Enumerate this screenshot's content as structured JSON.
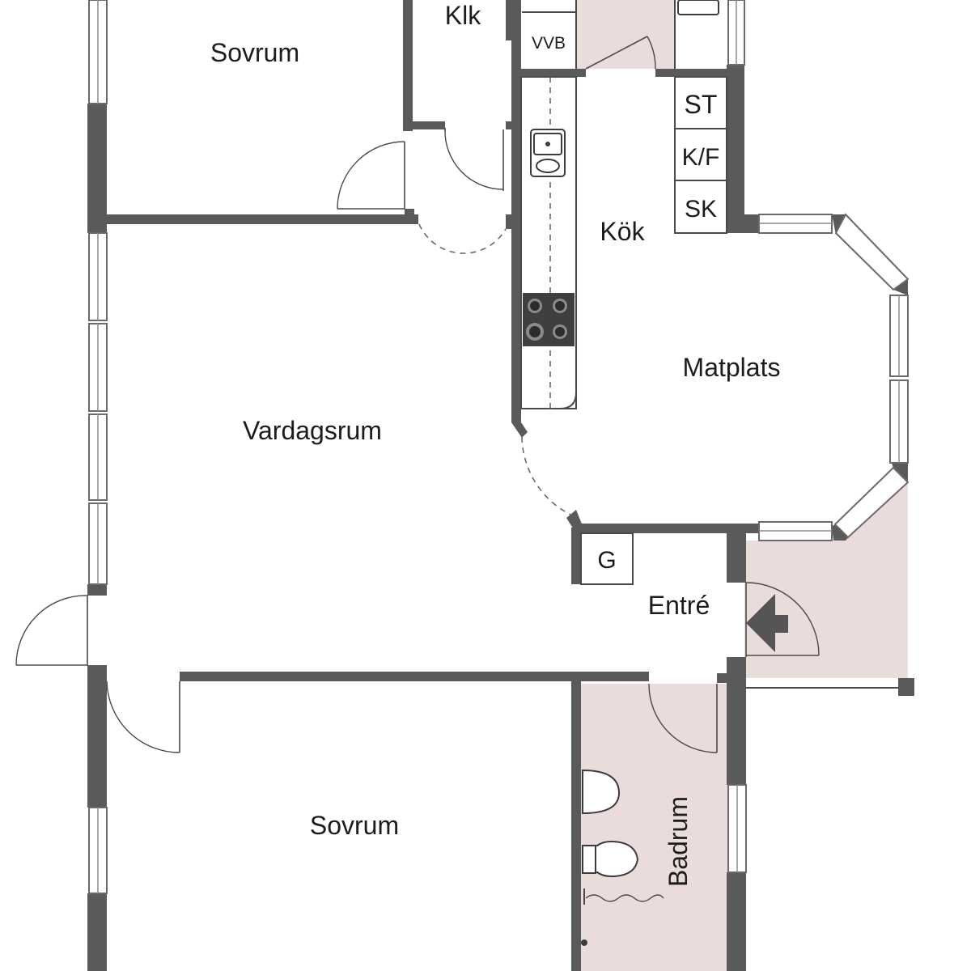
{
  "rooms": {
    "sovrum_top": "Sovrum",
    "klk": "Klk",
    "vvb": "VVB",
    "kok": "Kök",
    "st": "ST",
    "kf": "K/F",
    "sk": "SK",
    "matplats": "Matplats",
    "vardagsrum": "Vardagsrum",
    "g": "G",
    "entre": "Entré",
    "sovrum_bottom": "Sovrum",
    "badrum": "Badrum"
  },
  "colors": {
    "wall": "#5a5a5a",
    "wet_room": "#e9dcda",
    "background": "#ffffff"
  }
}
